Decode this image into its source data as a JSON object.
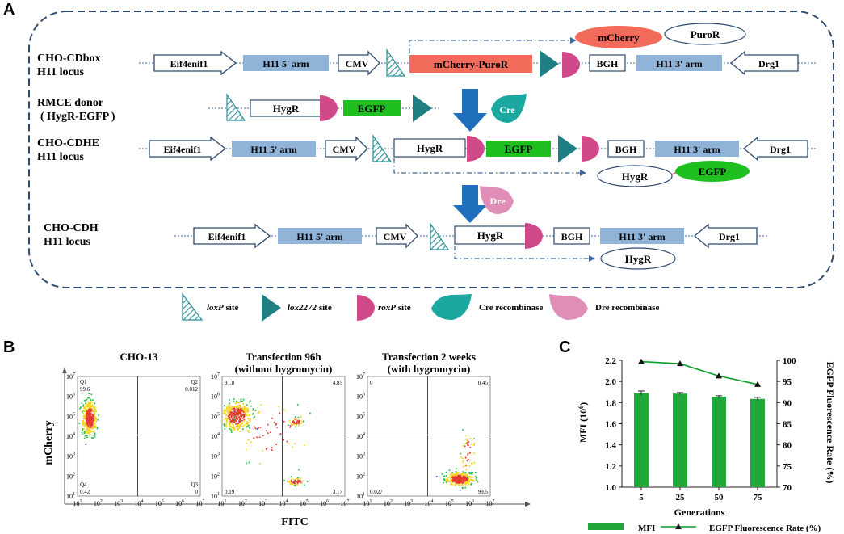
{
  "panels": {
    "a": "A",
    "b": "B",
    "c": "C"
  },
  "construct_a": {
    "label_line1": "CHO-CDbox",
    "label_line2": "H11 locus",
    "eif4enif1": "Eif4enif1",
    "h11_5arm": "H11 5' arm",
    "cmv": "CMV",
    "mcherry_puror": "mCherry-PuroR",
    "bgh": "BGH",
    "h11_3arm": "H11 3' arm",
    "drg1": "Drg1",
    "protein1": "mCherry",
    "protein2": "PuroR"
  },
  "donor": {
    "label_line1": "RMCE donor",
    "label_line2": "( HygR-EGFP )",
    "hygr": "HygR",
    "egfp": "EGFP",
    "enzyme": "Cre"
  },
  "construct_he": {
    "label_line1": "CHO-CDHE",
    "label_line2": "H11 locus",
    "eif4enif1": "Eif4enif1",
    "h11_5arm": "H11 5' arm",
    "cmv": "CMV",
    "hygr": "HygR",
    "egfp": "EGFP",
    "bgh": "BGH",
    "h11_3arm": "H11 3' arm",
    "drg1": "Drg1",
    "protein1": "HygR",
    "protein2": "EGFP"
  },
  "construct_h": {
    "enzyme": "Dre",
    "label_line1": "CHO-CDH",
    "label_line2": "H11 locus",
    "eif4enif1": "Eif4enif1",
    "h11_5arm": "H11 5' arm",
    "cmv": "CMV",
    "hygr": "HygR",
    "bgh": "BGH",
    "h11_3arm": "H11 3' arm",
    "drg1": "Drg1",
    "protein1": "HygR"
  },
  "legend": {
    "loxp": "loxP",
    "loxp_suffix": " site",
    "lox2272": "lox2272",
    "lox2272_suffix": " site",
    "roxp": "roxP",
    "roxp_suffix": " site",
    "cre": "Cre recombinase",
    "dre": "Dre recombinase"
  },
  "flow": {
    "ylabel": "mCherry",
    "xlabel": "FITC",
    "decades": [
      "10",
      "10",
      "10",
      "10",
      "10",
      "10",
      "10"
    ],
    "exponents": [
      "1",
      "2",
      "3",
      "4",
      "5",
      "6",
      "7"
    ],
    "plots": [
      {
        "title1": "CHO-13",
        "title2": "",
        "q1": "Q1",
        "q1v": "99.6",
        "q2": "Q2",
        "q2v": "0.012",
        "q3": "Q3",
        "q3v": "0",
        "q4": "Q4",
        "q4v": "0.42"
      },
      {
        "title1": "Transfection 96h",
        "title2": "(without hygromycin)",
        "q1": "",
        "q1v": "91.8",
        "q2": "",
        "q2v": "4.85",
        "q3": "",
        "q3v": "3.17",
        "q4": "",
        "q4v": "0.19"
      },
      {
        "title1": "Transfection 2 weeks",
        "title2": "(with hygromycin)",
        "q1": "",
        "q1v": "0",
        "q2": "",
        "q2v": "0.45",
        "q3": "",
        "q3v": "99.5",
        "q4": "",
        "q4v": "0.027"
      }
    ]
  },
  "chart_data": {
    "type": "bar",
    "categories": [
      "5",
      "25",
      "50",
      "75"
    ],
    "xlabel": "Generations",
    "ylabel": "MFI (10",
    "ylabel_sup": "6",
    "ylabel_end": ")",
    "y2label": "EGFP Fluorescence Rate (%)",
    "ylim": [
      1.0,
      2.2
    ],
    "y2lim": [
      70,
      100
    ],
    "yticks": [
      "1.0",
      "1.2",
      "1.4",
      "1.6",
      "1.8",
      "2.0",
      "2.2"
    ],
    "y2ticks": [
      "70",
      "75",
      "80",
      "85",
      "90",
      "95",
      "100"
    ],
    "series": [
      {
        "name": "MFI",
        "axis": "left",
        "kind": "bar",
        "color": "#22a83a",
        "values": [
          1.89,
          1.885,
          1.855,
          1.835
        ],
        "errors": [
          0.02,
          0.01,
          0.01,
          0.015
        ]
      },
      {
        "name": "EGFP Fluorescence Rate (%)",
        "axis": "right",
        "kind": "line",
        "color": "#0a9e2a",
        "values": [
          99.7,
          99.2,
          96.3,
          94.3
        ],
        "errors": [
          0.2,
          0.2,
          0.4,
          0.5
        ]
      }
    ],
    "legend_position": "bottom"
  }
}
